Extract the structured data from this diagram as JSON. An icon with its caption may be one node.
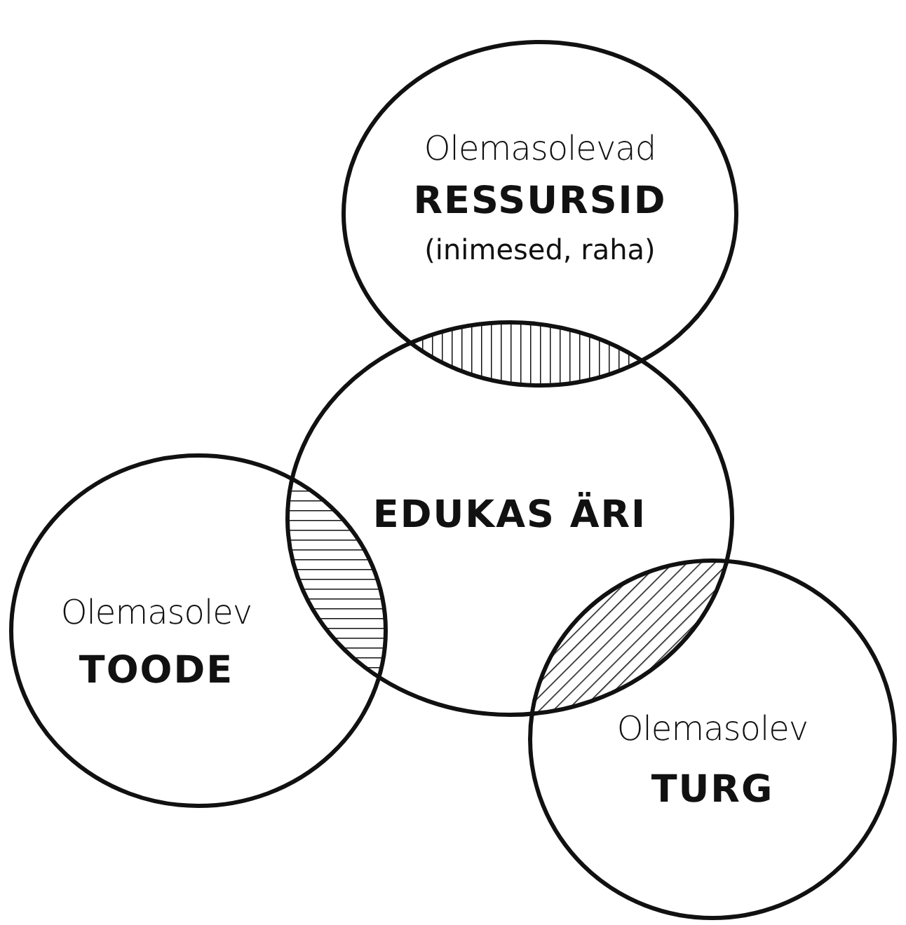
{
  "diagram": {
    "nodes": [
      {
        "text": [
          "Olemasolevad",
          "RESSURSID",
          "(inimesed, raha)"
        ]
      },
      {
        "text": [
          "EDUKAS ÄRI"
        ]
      },
      {
        "text": [
          "Olemasolev",
          "TOODE"
        ]
      },
      {
        "text": [
          "Olemasolev",
          "TURG"
        ]
      }
    ]
  }
}
